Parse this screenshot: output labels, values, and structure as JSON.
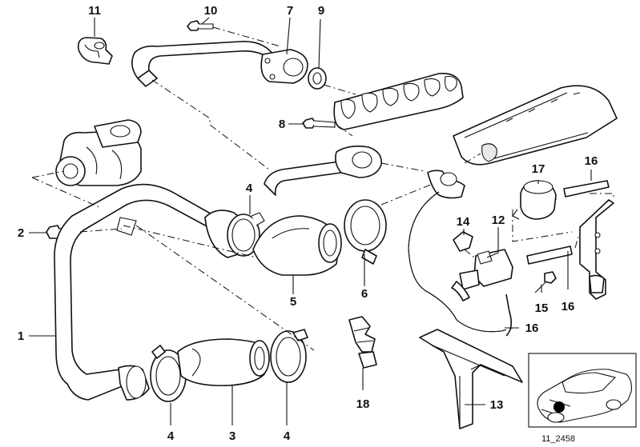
{
  "diagram": {
    "reference_code": "11_2458",
    "callouts": {
      "c1": "1",
      "c2": "2",
      "c3": "3",
      "c4a": "4",
      "c4b": "4",
      "c4c": "4",
      "c5": "5",
      "c6": "6",
      "c7": "7",
      "c8": "8",
      "c9": "9",
      "c10": "10",
      "c11": "11",
      "c12": "12",
      "c13": "13",
      "c14": "14",
      "c15": "15",
      "c16a": "16",
      "c16b": "16",
      "c16c": "16",
      "c17": "17",
      "c18": "18"
    }
  }
}
